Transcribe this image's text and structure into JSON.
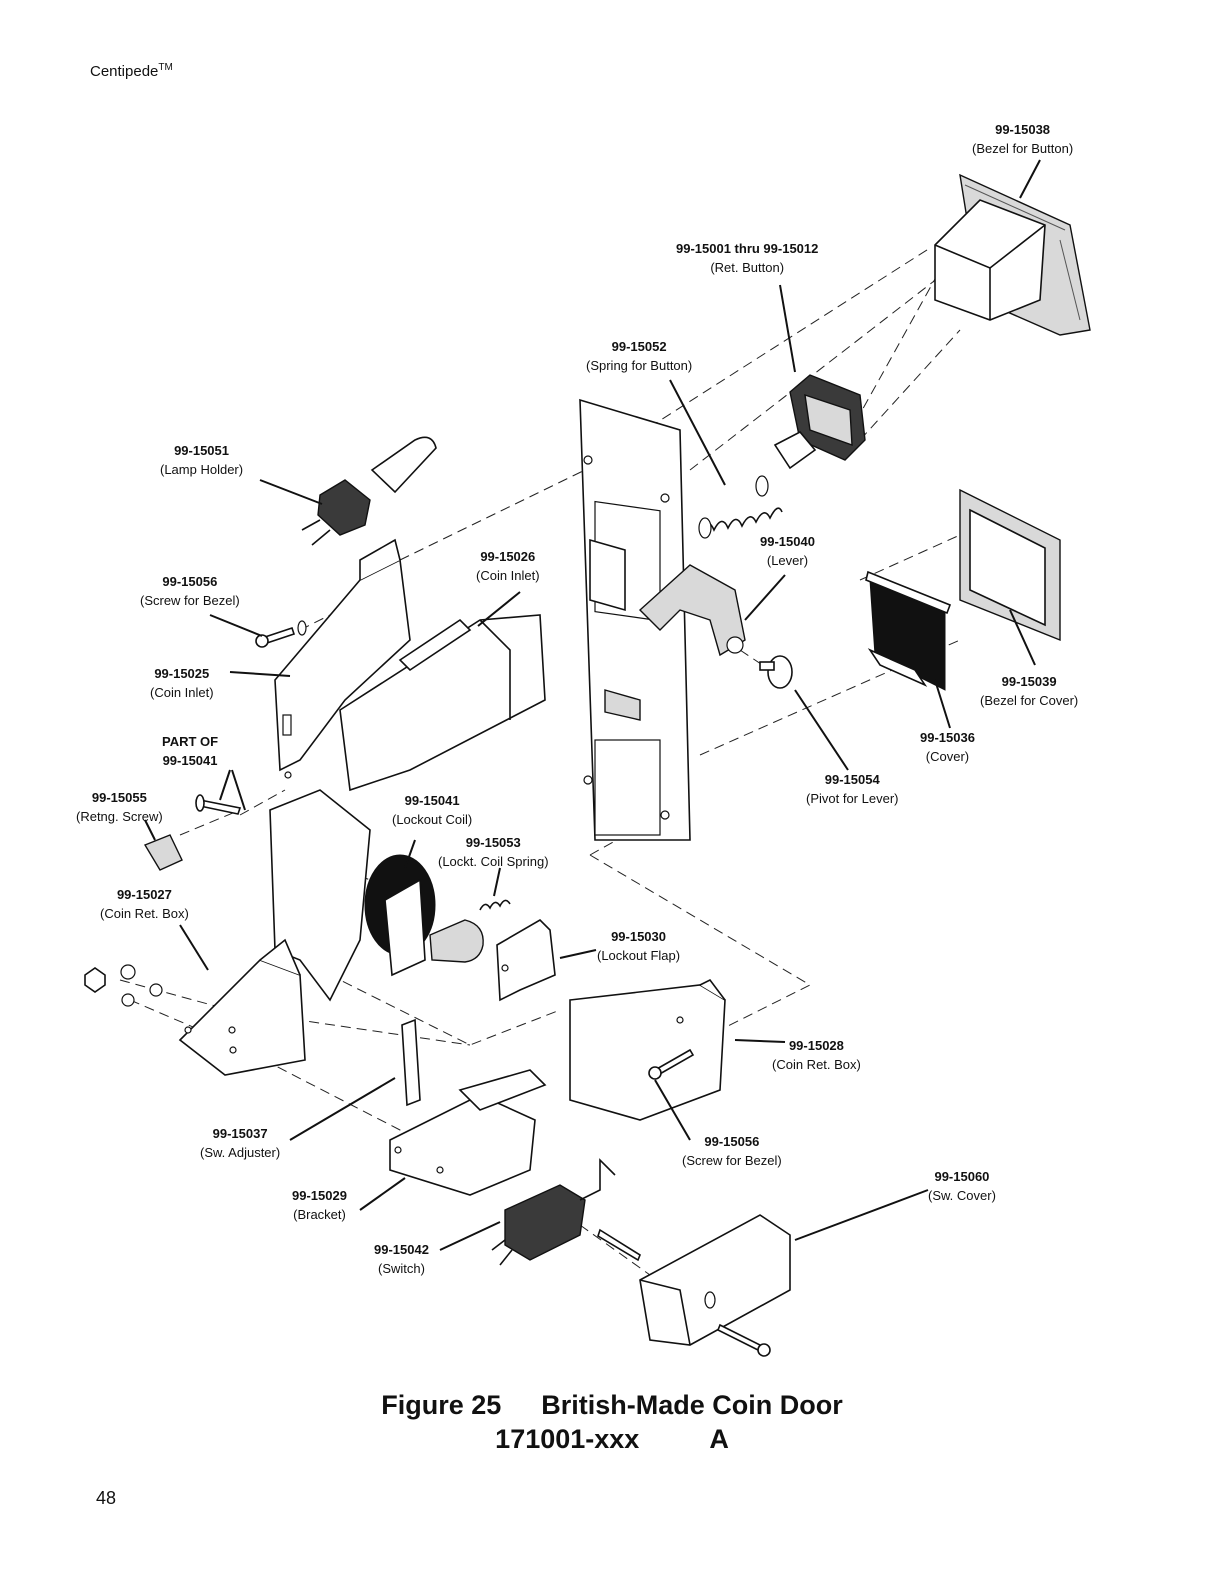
{
  "header": {
    "title": "Centipede",
    "trademark": "TM"
  },
  "callouts": [
    {
      "id": "c15038",
      "num": "99-15038",
      "desc": "(Bezel for Button)"
    },
    {
      "id": "c15001",
      "num": "99-15001 thru 99-15012",
      "desc": "(Ret. Button)"
    },
    {
      "id": "c15052",
      "num": "99-15052",
      "desc": "(Spring for Button)"
    },
    {
      "id": "c15051",
      "num": "99-15051",
      "desc": "(Lamp Holder)"
    },
    {
      "id": "c15026",
      "num": "99-15026",
      "desc": "(Coin Inlet)"
    },
    {
      "id": "c15040",
      "num": "99-15040",
      "desc": "(Lever)"
    },
    {
      "id": "c15056a",
      "num": "99-15056",
      "desc": "(Screw for Bezel)"
    },
    {
      "id": "c15025",
      "num": "99-15025",
      "desc": "(Coin Inlet)"
    },
    {
      "id": "c15039",
      "num": "99-15039",
      "desc": "(Bezel for Cover)"
    },
    {
      "id": "cpart",
      "num": "PART OF",
      "desc": "99-15041"
    },
    {
      "id": "c15036",
      "num": "99-15036",
      "desc": "(Cover)"
    },
    {
      "id": "c15054",
      "num": "99-15054",
      "desc": "(Pivot for Lever)"
    },
    {
      "id": "c15055",
      "num": "99-15055",
      "desc": "(Retng. Screw)"
    },
    {
      "id": "c15041",
      "num": "99-15041",
      "desc": "(Lockout Coil)"
    },
    {
      "id": "c15053",
      "num": "99-15053",
      "desc": "(Lockt. Coil Spring)"
    },
    {
      "id": "c15027",
      "num": "99-15027",
      "desc": "(Coin Ret. Box)"
    },
    {
      "id": "c15030",
      "num": "99-15030",
      "desc": "(Lockout Flap)"
    },
    {
      "id": "c15028",
      "num": "99-15028",
      "desc": "(Coin Ret. Box)"
    },
    {
      "id": "c15037",
      "num": "99-15037",
      "desc": "(Sw. Adjuster)"
    },
    {
      "id": "c15056b",
      "num": "99-15056",
      "desc": "(Screw for Bezel)"
    },
    {
      "id": "c15060",
      "num": "99-15060",
      "desc": "(Sw. Cover)"
    },
    {
      "id": "c15029",
      "num": "99-15029",
      "desc": "(Bracket)"
    },
    {
      "id": "c15042",
      "num": "99-15042",
      "desc": "(Switch)"
    }
  ],
  "caption": {
    "figure": "Figure 25",
    "title": "British-Made Coin Door",
    "part_number": "171001-xxx",
    "revision": "A"
  },
  "page_number": "48"
}
